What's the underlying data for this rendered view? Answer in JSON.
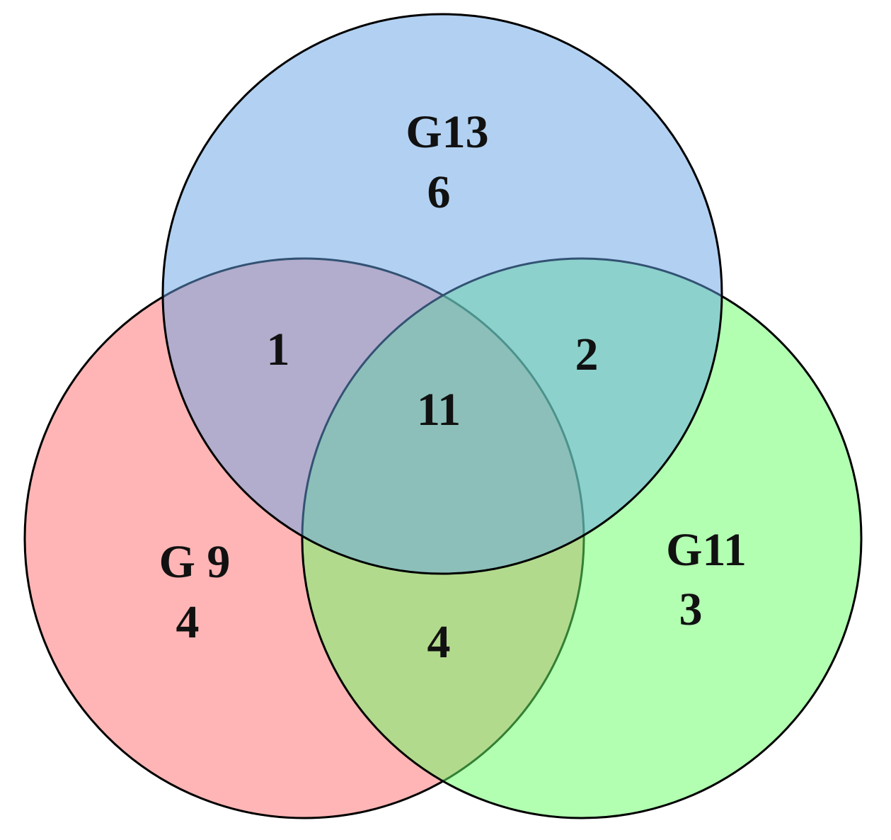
{
  "diagram": {
    "type": "venn",
    "sets": [
      {
        "id": "g13",
        "label": "G13",
        "only_count": "6",
        "color": "#66a3e6"
      },
      {
        "id": "g9",
        "label": "G 9",
        "only_count": "4",
        "color": "#ff6b6b"
      },
      {
        "id": "g11",
        "label": "G11",
        "only_count": "3",
        "color": "#66ff66"
      }
    ],
    "intersections": {
      "g13_g9": "1",
      "g13_g11": "2",
      "g9_g11": "4",
      "all": "11"
    }
  }
}
